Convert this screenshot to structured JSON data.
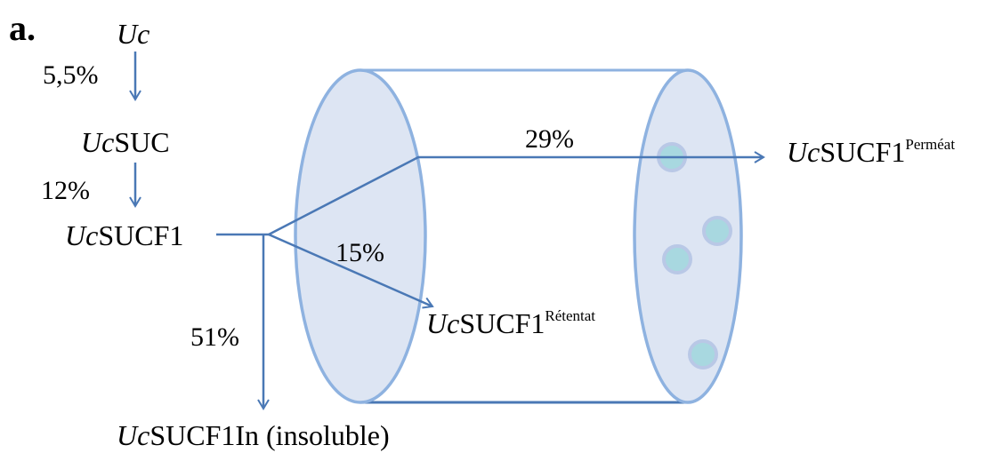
{
  "panel_label": "a.",
  "nodes": {
    "uc": {
      "italic": "Uc"
    },
    "ucsuc": {
      "italic": "Uc",
      "text": "SUC"
    },
    "ucsucf1": {
      "italic": "Uc",
      "text": "SUCF1"
    },
    "insoluble": {
      "italic": "Uc",
      "text": "SUCF1In (insoluble)"
    },
    "retentat": {
      "italic": "Uc",
      "text": "SUCF1",
      "sup": "Rétentat"
    },
    "permeat": {
      "italic": "Uc",
      "text": "SUCF1",
      "sup": "Perméat"
    }
  },
  "percentages": {
    "uc_to_ucsuc": "5,5%",
    "ucsuc_to_ucsucf1": "12%",
    "insoluble": "51%",
    "retentat": "15%",
    "permeat": "29%"
  },
  "colors": {
    "arrow": "#4a78b5",
    "cylinder_stroke": "#8eb2e0",
    "cylinder_fill": "#dde5f3",
    "particle_fill": "#a8d8e0"
  }
}
